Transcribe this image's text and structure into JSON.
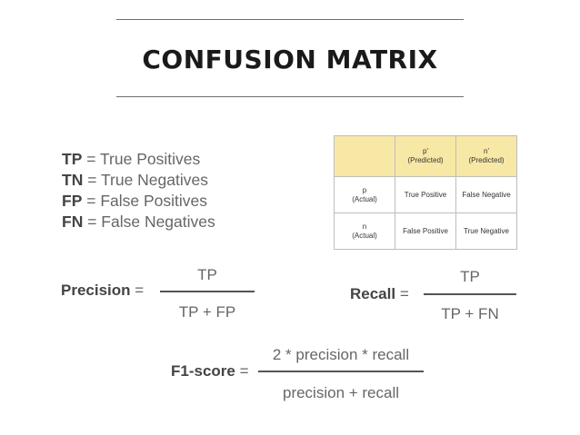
{
  "title": "CONFUSION MATRIX",
  "legend": [
    {
      "abbr": "TP",
      "text": "= True Positives"
    },
    {
      "abbr": "TN",
      "text": "= True Negatives"
    },
    {
      "abbr": "FP",
      "text": "= False Positives"
    },
    {
      "abbr": "FN",
      "text": "= False Negatives"
    }
  ],
  "matrix": {
    "col_headers": [
      {
        "label": "p'",
        "sub": "(Predicted)"
      },
      {
        "label": "n'",
        "sub": "(Predicted)"
      }
    ],
    "rows": [
      {
        "label": "p",
        "sub": "(Actual)",
        "cells": [
          "True Positive",
          "False Negative"
        ]
      },
      {
        "label": "n",
        "sub": "(Actual)",
        "cells": [
          "False Positive",
          "True Negative"
        ]
      }
    ],
    "header_color": "#f8e8a6"
  },
  "precision": {
    "label": "Precision",
    "eq": "=",
    "numerator": "TP",
    "denominator": "TP + FP"
  },
  "recall": {
    "label": "Recall",
    "eq": "=",
    "numerator": "TP",
    "denominator": "TP + FN"
  },
  "f1": {
    "label": "F1-score",
    "eq": "=",
    "numerator": "2 * precision * recall",
    "denominator": "precision + recall"
  }
}
